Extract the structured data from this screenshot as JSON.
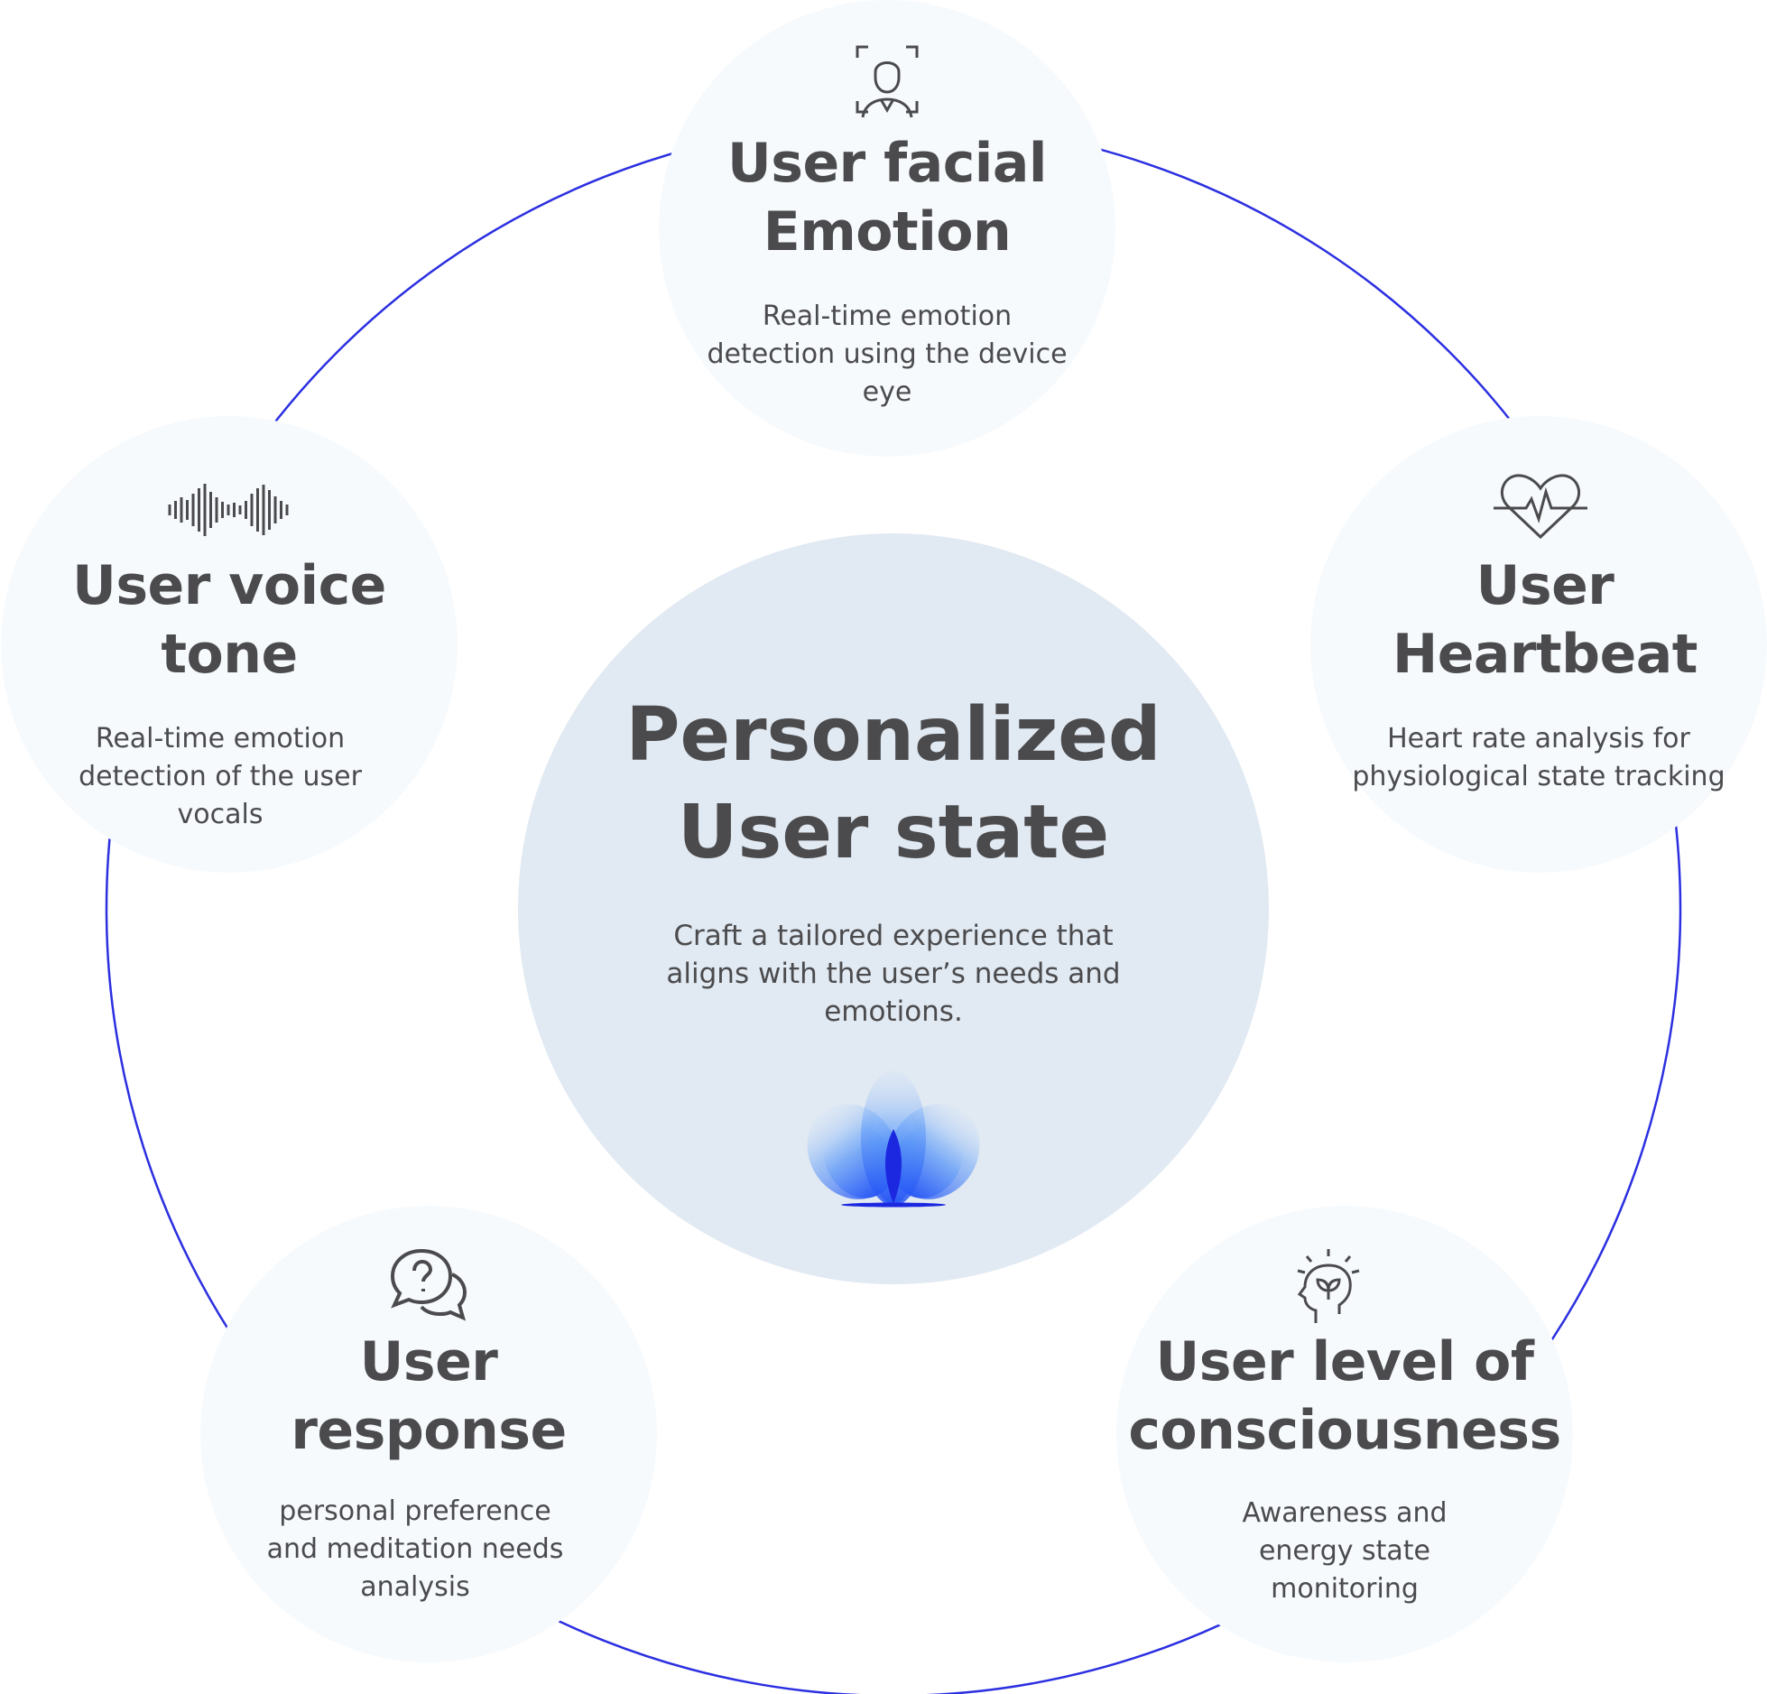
{
  "center": {
    "title_line1": "Personalized",
    "title_line2": "User state",
    "description": "Craft a tailored experience that aligns with the user’s needs and emotions.",
    "icon": "lotus-icon"
  },
  "nodes": [
    {
      "icon": "face-scan-icon",
      "title_line1": "User facial",
      "title_line2": "Emotion",
      "description": "Real-time emotion detection using the device eye"
    },
    {
      "icon": "heartbeat-icon",
      "title_line1": "User",
      "title_line2": "Heartbeat",
      "description": "Heart rate analysis for physiological state tracking"
    },
    {
      "icon": "brain-idea-icon",
      "title_line1": "User level of",
      "title_line2": "consciousness",
      "description": "Awareness and energy state monitoring"
    },
    {
      "icon": "question-chat-icon",
      "title_line1": "User",
      "title_line2": "response",
      "description": "personal preference and meditation needs analysis"
    },
    {
      "icon": "sound-wave-icon",
      "title_line1": "User voice",
      "title_line2": "tone",
      "description": "Real-time emotion detection of the user vocals"
    }
  ],
  "colors": {
    "ring": "#2b2fe0",
    "center_fill": "#e1e9f2",
    "node_fill": "#f7fafd",
    "text": "#4b4b4d"
  }
}
